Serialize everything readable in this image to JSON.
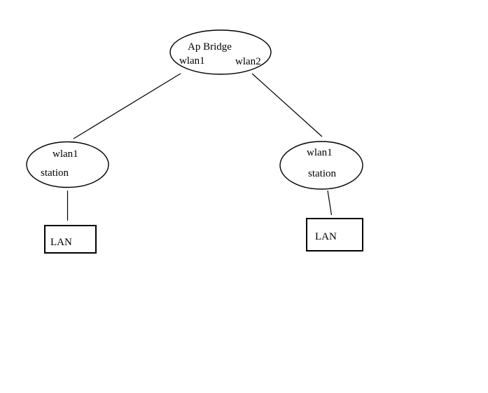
{
  "canvas": {
    "background": "#ffffff",
    "ink": "#000000"
  },
  "nodes": {
    "ap_bridge": {
      "title": "Ap Bridge",
      "left_port": "wlan1",
      "right_port": "wlan2"
    },
    "station_left": {
      "interface": "wlan1",
      "mode": "station"
    },
    "station_right": {
      "interface": "wlan1",
      "mode": "station"
    },
    "lan_left": {
      "label": "LAN"
    },
    "lan_right": {
      "label": "LAN"
    }
  }
}
